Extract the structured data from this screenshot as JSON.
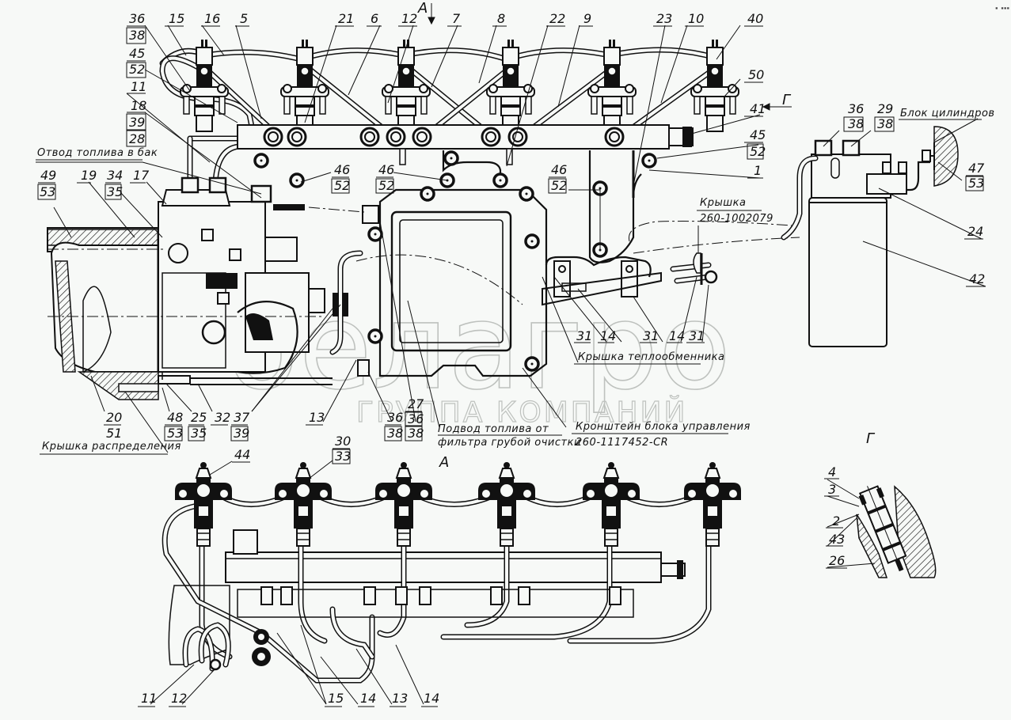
{
  "diagram": {
    "title": "Fuel system assembly drawing (Belagro)",
    "corner_mark": "▪︎ ▪︎▪︎▪︎",
    "watermark": {
      "logo_text": "белагро",
      "subtitle": "ГРУППА КОМПАНИЙ"
    },
    "view_labels": {
      "view_a_arrow": "А",
      "view_a_title": "А",
      "view_g_arrow": "Г",
      "view_g_title": "Г"
    },
    "notes": {
      "fuel_return": "Отвод топлива в бак",
      "timing_cover": "Крышка распределения",
      "cylinder_block": "Блок цилиндров",
      "cover_label": "Крышка",
      "cover_part": "260-1002079",
      "heat_exchanger_cover": "Крышка теплообменника",
      "fuel_supply_line1": "Подвод топлива от",
      "fuel_supply_line2": "фильтра грубой очистки",
      "ecu_bracket_line1": "Кронштейн блока управления",
      "ecu_bracket_line2": "260-1117452-CR"
    },
    "callouts_top": [
      {
        "id": "c36-38",
        "num": "36",
        "den": "38"
      },
      {
        "id": "c15",
        "num": "15"
      },
      {
        "id": "c16",
        "num": "16"
      },
      {
        "id": "c5",
        "num": "5"
      },
      {
        "id": "c21",
        "num": "21"
      },
      {
        "id": "c6",
        "num": "6"
      },
      {
        "id": "c12",
        "num": "12"
      },
      {
        "id": "c7",
        "num": "7"
      },
      {
        "id": "c8",
        "num": "8"
      },
      {
        "id": "c22",
        "num": "22"
      },
      {
        "id": "c9",
        "num": "9"
      },
      {
        "id": "c23",
        "num": "23"
      },
      {
        "id": "c10",
        "num": "10"
      },
      {
        "id": "c40",
        "num": "40"
      }
    ],
    "callouts_left": [
      {
        "id": "c45-52",
        "num": "45",
        "den": "52"
      },
      {
        "id": "c11",
        "num": "11"
      },
      {
        "id": "c18-39-28",
        "num": "18",
        "mid": "39",
        "den": "28"
      },
      {
        "id": "c49-53",
        "num": "49",
        "den": "53"
      },
      {
        "id": "c19",
        "num": "19"
      },
      {
        "id": "c34-35",
        "num": "34",
        "den": "35"
      },
      {
        "id": "c17",
        "num": "17"
      }
    ],
    "callouts_right": [
      {
        "id": "c50",
        "num": "50"
      },
      {
        "id": "c41",
        "num": "41"
      },
      {
        "id": "c45-52r",
        "num": "45",
        "den": "52"
      },
      {
        "id": "c1",
        "num": "1"
      },
      {
        "id": "c36-38r",
        "num": "36",
        "den": "38"
      },
      {
        "id": "c29-38",
        "num": "29",
        "den": "38"
      },
      {
        "id": "c47-53",
        "num": "47",
        "den": "53"
      },
      {
        "id": "c24",
        "num": "24"
      },
      {
        "id": "c42",
        "num": "42"
      }
    ],
    "callouts_middle": [
      {
        "id": "c46-52a",
        "num": "46",
        "den": "52"
      },
      {
        "id": "c46-52b",
        "num": "46",
        "den": "52"
      },
      {
        "id": "c46-52c",
        "num": "46",
        "den": "52"
      },
      {
        "id": "c31a",
        "num": "31"
      },
      {
        "id": "c14a",
        "num": "14"
      },
      {
        "id": "c31b",
        "num": "31"
      },
      {
        "id": "c14b",
        "num": "14"
      },
      {
        "id": "c31c",
        "num": "31"
      }
    ],
    "callouts_bottom_upper": [
      {
        "id": "c20-51",
        "num": "20",
        "den": "51"
      },
      {
        "id": "c48-53",
        "num": "48",
        "den": "53"
      },
      {
        "id": "c25-35",
        "num": "25",
        "den": "35"
      },
      {
        "id": "c32",
        "num": "32"
      },
      {
        "id": "c37-39",
        "num": "37",
        "den": "39"
      },
      {
        "id": "c13",
        "num": "13"
      },
      {
        "id": "c36-38b",
        "num": "36",
        "den": "38"
      },
      {
        "id": "c27-36-38",
        "num": "27",
        "mid": "36",
        "den": "38"
      }
    ],
    "callouts_view_a": [
      {
        "id": "c44",
        "num": "44"
      },
      {
        "id": "c30-33",
        "num": "30",
        "den": "33"
      },
      {
        "id": "c11b",
        "num": "11"
      },
      {
        "id": "c12b",
        "num": "12"
      },
      {
        "id": "c15b",
        "num": "15"
      },
      {
        "id": "c14c",
        "num": "14"
      },
      {
        "id": "c13b",
        "num": "13"
      },
      {
        "id": "c14d",
        "num": "14"
      }
    ],
    "callouts_view_g": [
      {
        "id": "c4",
        "num": "4"
      },
      {
        "id": "c3",
        "num": "3"
      },
      {
        "id": "c2",
        "num": "2"
      },
      {
        "id": "c43",
        "num": "43"
      },
      {
        "id": "c26",
        "num": "26"
      }
    ]
  }
}
